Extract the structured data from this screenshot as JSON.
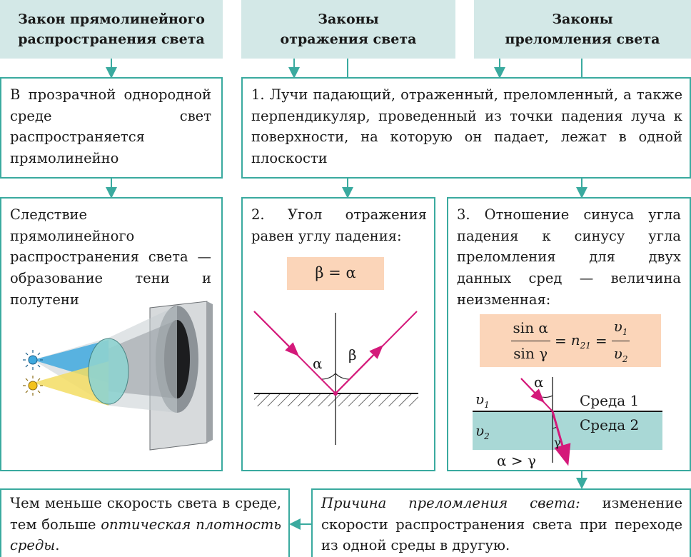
{
  "headers": {
    "h1": [
      "Закон прямолинейного",
      "распространения света"
    ],
    "h2": [
      "Законы",
      "отражения света"
    ],
    "h3": [
      "Законы",
      "преломления света"
    ]
  },
  "boxes": {
    "straight": "В прозрачной однородной среде свет распространяется прямолинейно",
    "law1": "1. Лучи падающий, отраженный, преломленный, а также перпендикуляр, проведенный из точки падения луча к поверхности, на которую он падает, лежат в одной плоскости",
    "shadow": "Следствие прямолинейного распространения света — образование тени и полутени",
    "law2": "2. Угол отражения равен углу падения:",
    "law3": "3. Отношение синуса угла падения к синусу угла преломления для двух данных сред — величина неизменная:",
    "speed_a": "Чем меньше скорость света в среде, тем больше ",
    "speed_b": "оптическая плотность среды",
    "speed_c": ".",
    "cause_a": "Причина преломления света:",
    "cause_b": " изменение скорости распространения света при переходе из одной среды в другую."
  },
  "formulas": {
    "reflection": "β = α",
    "sin_alpha": "sin α",
    "sin_gamma": "sin γ",
    "eq": "=",
    "n": "n",
    "n_sub": "21",
    "v1": "υ",
    "v1_sub": "1",
    "v2": "υ",
    "v2_sub": "2"
  },
  "figure_labels": {
    "alpha": "α",
    "beta": "β",
    "gamma": "γ",
    "v1": "υ1",
    "v2": "υ2",
    "medium1": "Среда 1",
    "medium2": "Среда 2",
    "relation": "α > γ"
  },
  "colors": {
    "border": "#3aaa9f",
    "header_bg": "#d3e8e7",
    "formula_bg": "#fbd5b9",
    "ray": "#d4197a",
    "water": "#a9d8d6"
  }
}
